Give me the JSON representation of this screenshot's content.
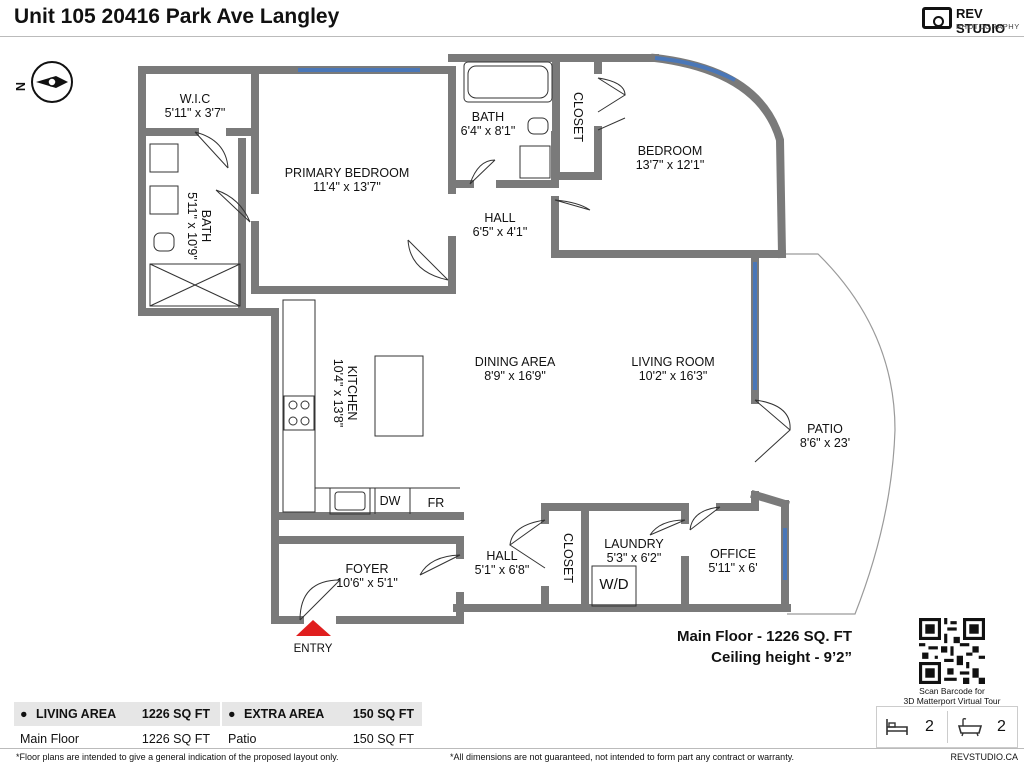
{
  "header": {
    "title": "Unit 105 20416 Park Ave Langley",
    "brand_name": "REV STUDIO",
    "brand_sub": "PHOTOGRAPHY"
  },
  "compass": {
    "letter": "N"
  },
  "rooms": {
    "wic": {
      "name": "W.I.C",
      "size": "5'11\" x 3'7\""
    },
    "primary_bedroom": {
      "name": "PRIMARY BEDROOM",
      "size": "11'4\" x 13'7\""
    },
    "bath_left": {
      "name": "BATH",
      "size": "5'11\" x 10'9\""
    },
    "bath_top": {
      "name": "BATH",
      "size": "6'4\" x 8'1\""
    },
    "closet_top": {
      "name": "CLOSET"
    },
    "bedroom": {
      "name": "BEDROOM",
      "size": "13'7\" x 12'1\""
    },
    "hall_top": {
      "name": "HALL",
      "size": "6'5\" x 4'1\""
    },
    "kitchen": {
      "name": "KITCHEN",
      "size": "10'4\" x 13'8\""
    },
    "dining": {
      "name": "DINING AREA",
      "size": "8'9\" x 16'9\""
    },
    "living": {
      "name": "LIVING ROOM",
      "size": "10'2\" x 16'3\""
    },
    "patio": {
      "name": "PATIO",
      "size": "8'6\" x 23'"
    },
    "foyer": {
      "name": "FOYER",
      "size": "10'6\" x 5'1\""
    },
    "hall_bottom": {
      "name": "HALL",
      "size": "5'1\" x 6'8\""
    },
    "closet_bottom": {
      "name": "CLOSET"
    },
    "laundry": {
      "name": "LAUNDRY",
      "size": "5'3\" x 6'2\""
    },
    "office": {
      "name": "OFFICE",
      "size": "5'11\" x 6'"
    }
  },
  "fixtures": {
    "dw": "DW",
    "fr": "FR",
    "wd": "W/D"
  },
  "entry_label": "ENTRY",
  "summary": {
    "main_floor": "Main Floor - 1226 SQ. FT",
    "ceiling": "Ceiling height - 9’2”"
  },
  "qr_caption": {
    "line1": "Scan Barcode for",
    "line2": "3D Matterport Virtual Tour"
  },
  "counts": {
    "bedrooms": "2",
    "bathrooms": "2"
  },
  "living_table": {
    "header_label": "LIVING AREA",
    "header_value": "1226 SQ FT",
    "row_label": "Main Floor",
    "row_value": "1226 SQ FT"
  },
  "extra_table": {
    "header_label": "EXTRA AREA",
    "header_value": "150 SQ FT",
    "row_label": "Patio",
    "row_value": "150 SQ FT"
  },
  "footer": {
    "left": "*Floor plans are intended to give a general indication of the proposed layout only.",
    "middle": "*All dimensions are not guaranteed, not intended to form part any contract or warranty.",
    "right": "REVSTUDIO.CA"
  },
  "colors": {
    "wall": "#7a7a7a",
    "window": "#4a77b8",
    "entry_arrow": "#e01e1e"
  }
}
